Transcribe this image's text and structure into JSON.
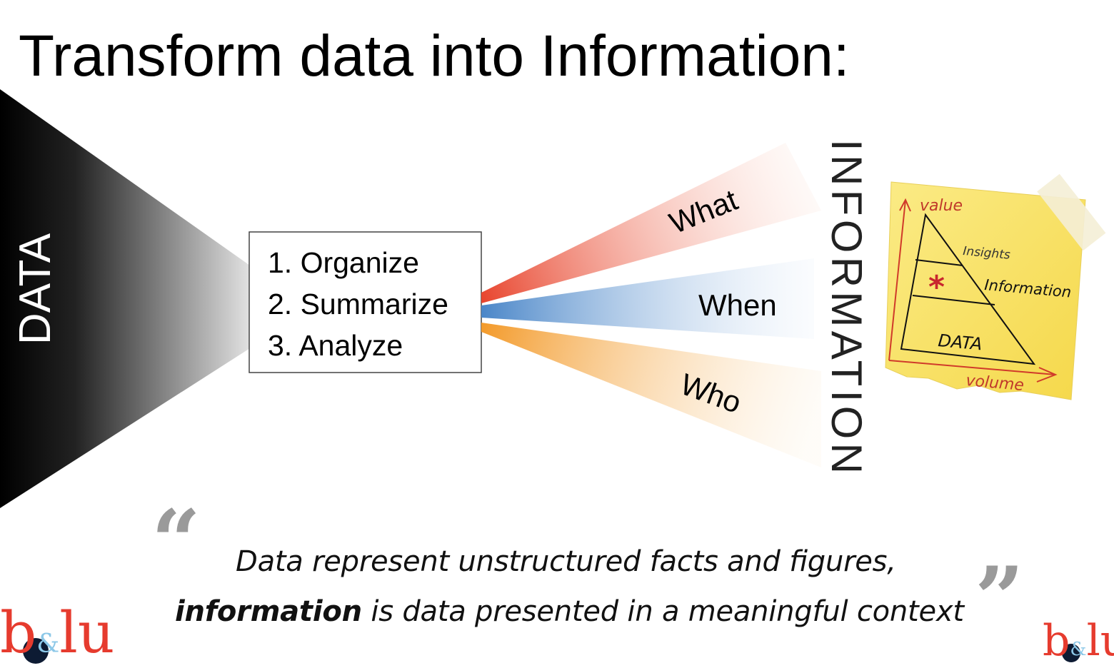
{
  "title": "Transform data into Information:",
  "left_label": "DATA",
  "steps": [
    "1. Organize",
    "2. Summarize",
    "3. Analyze"
  ],
  "rays": {
    "what": "What",
    "when": "When",
    "who": "Who"
  },
  "right_label": "INFORMATION",
  "sticky_note": {
    "y_axis": "value",
    "x_axis": "volume",
    "levels": [
      "Insights",
      "Information",
      "DATA"
    ],
    "marker": "*"
  },
  "quote": {
    "line1": "Data represent unstructured facts and figures,",
    "line2_bold": "information",
    "line2_rest": " is data presented in a meaningful context",
    "open_mark": "“",
    "close_mark": "”"
  },
  "logo": {
    "text": "b&lu"
  },
  "colors": {
    "red": "#e8452e",
    "blue": "#4a86c8",
    "orange": "#f39a2a",
    "logo_red": "#e63b2e",
    "logo_blue": "#8cc8e8",
    "note": "#f8e268"
  }
}
